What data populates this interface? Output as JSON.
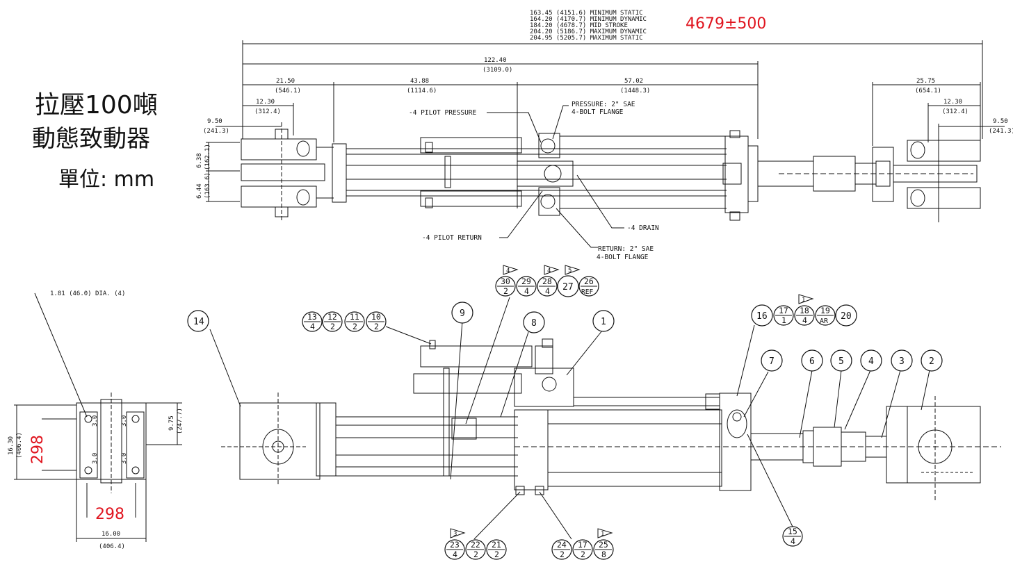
{
  "title": {
    "line1": "拉壓100噸",
    "line2": "動態致動器",
    "unit": "單位: mm"
  },
  "annotations": {
    "stroke_red": "4679±500",
    "width_red": "298",
    "height_red": "298"
  },
  "colors": {
    "annotation_red": "#e0141e",
    "line": "#111111"
  },
  "overall_dims": [
    "163.45 (4151.6) MINIMUM STATIC",
    "164.20 (4170.7) MINIMUM DYNAMIC",
    "184.20 (4678.7) MID STROKE",
    "204.20 (5186.7) MAXIMUM DYNAMIC",
    "204.95 (5205.7) MAXIMUM STATIC"
  ],
  "dims": {
    "d122": "122.40",
    "d122mm": "(3109.0)",
    "d21": "21.50",
    "d21mm": "(546.1)",
    "d43": "43.88",
    "d43mm": "(1114.6)",
    "d57": "57.02",
    "d57mm": "(1448.3)",
    "d25": "25.75",
    "d25mm": "(654.1)",
    "d12l": "12.30",
    "d12lmm": "(312.4)",
    "d12r": "12.30",
    "d12rmm": "(312.4)",
    "d950l": "9.50",
    "d950lmm": "(241.3)",
    "d950r": "9.50",
    "d950rmm": "(241.3)",
    "v638": "6.38",
    "v638mm": "(162.1)",
    "v644": "6.44",
    "v644mm": "(163.6)",
    "dia": "1.81 (46.0) DIA. (4)",
    "h1630": "16.30",
    "h1630mm": "(406.4)",
    "h975": "9.75",
    "h975mm": "(247.7)",
    "w1600": "16.00",
    "w1600mm": "(406.4)",
    "c3a": "3.0",
    "c3b": "3.0",
    "c3c": "3.0",
    "c3d": "3.0"
  },
  "callouts": {
    "pilot_pressure": "-4 PILOT PRESSURE",
    "pressure_flange_1": "PRESSURE: 2\" SAE",
    "pressure_flange_2": "4-BOLT FLANGE",
    "drain": "-4 DRAIN",
    "pilot_return": "-4 PILOT RETURN",
    "return_flange_1": "RETURN: 2\" SAE",
    "return_flange_2": "4-BOLT FLANGE"
  },
  "balloons_single": [
    "14",
    "9",
    "8",
    "1",
    "16",
    "7",
    "6",
    "5",
    "4",
    "3",
    "2",
    "20",
    "27"
  ],
  "balloons_fraction": [
    {
      "top": "13",
      "bottom": "4"
    },
    {
      "top": "12",
      "bottom": "2"
    },
    {
      "top": "11",
      "bottom": "2"
    },
    {
      "top": "10",
      "bottom": "2"
    },
    {
      "top": "30",
      "bottom": "2"
    },
    {
      "top": "29",
      "bottom": "4"
    },
    {
      "top": "28",
      "bottom": "4"
    },
    {
      "top": "26",
      "bottom": "REF"
    },
    {
      "top": "17",
      "bottom": "1"
    },
    {
      "top": "18",
      "bottom": "4"
    },
    {
      "top": "19",
      "bottom": "AR"
    },
    {
      "top": "15",
      "bottom": "4"
    },
    {
      "top": "23",
      "bottom": "4"
    },
    {
      "top": "22",
      "bottom": "2"
    },
    {
      "top": "21",
      "bottom": "2"
    },
    {
      "top": "24",
      "bottom": "2"
    },
    {
      "top": "17",
      "bottom": "2"
    },
    {
      "top": "25",
      "bottom": "8"
    }
  ],
  "flags": [
    "4",
    "4",
    "5",
    "1",
    "3",
    "1"
  ]
}
